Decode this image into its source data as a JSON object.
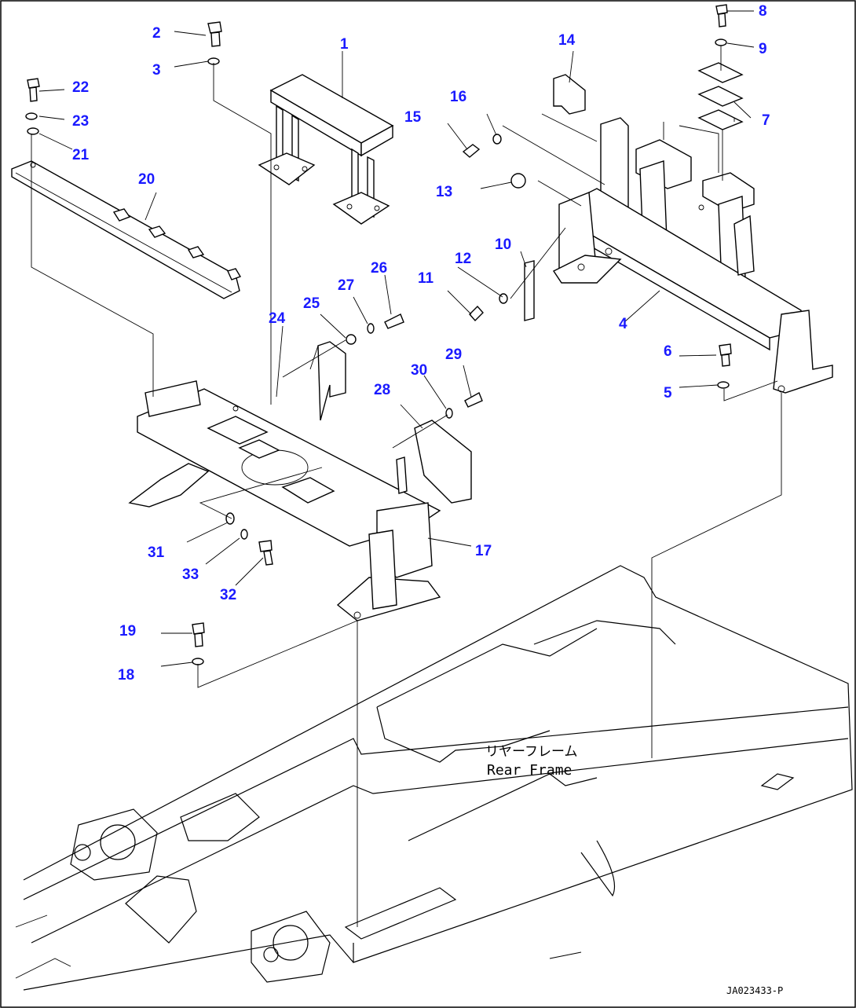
{
  "callouts": [
    "1",
    "2",
    "3",
    "4",
    "5",
    "6",
    "7",
    "8",
    "9",
    "10",
    "11",
    "12",
    "13",
    "14",
    "15",
    "16",
    "17",
    "18",
    "19",
    "20",
    "21",
    "22",
    "23",
    "24",
    "25",
    "26",
    "27",
    "28",
    "29",
    "30",
    "31",
    "32",
    "33"
  ],
  "frame_label": {
    "jp": "リヤーフレーム",
    "en": "Rear Frame"
  },
  "drawing_code": "JA023433-P",
  "colors": {
    "callout": "#1a1aff",
    "line": "#000000",
    "background": "#ffffff"
  }
}
